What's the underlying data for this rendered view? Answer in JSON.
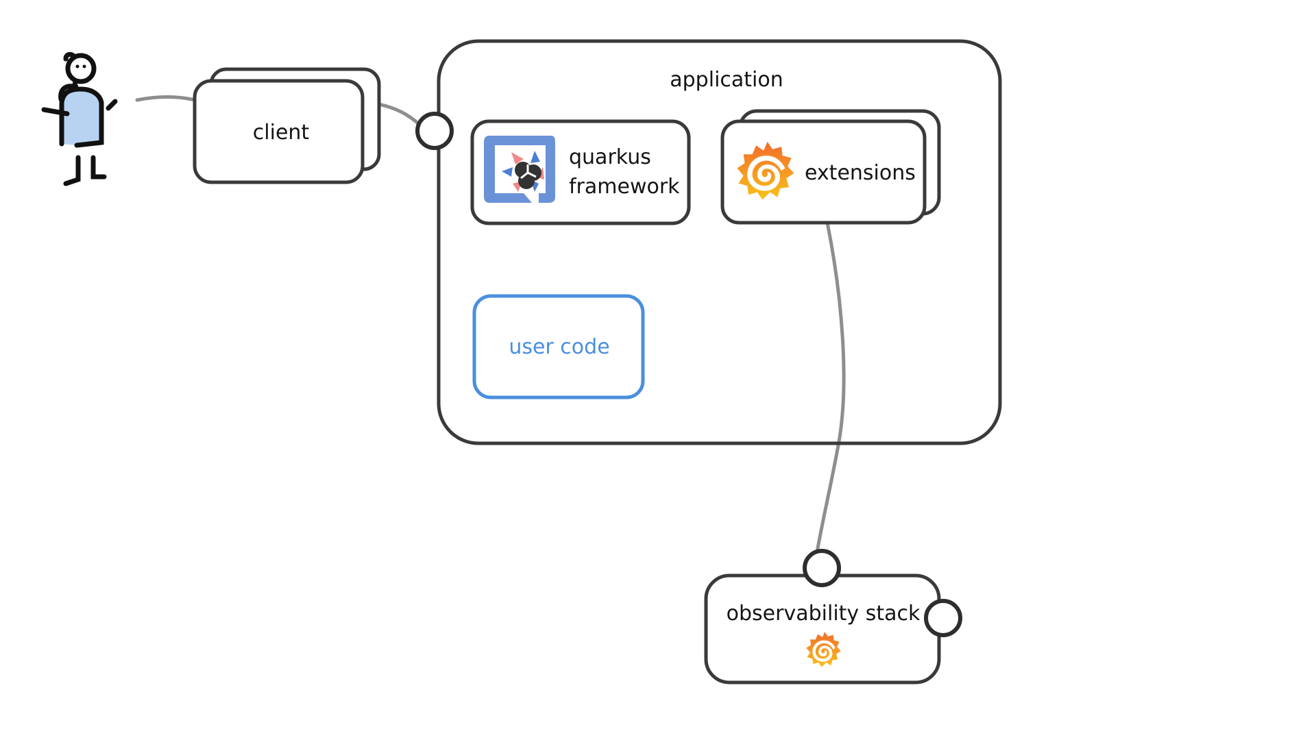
{
  "diagram": {
    "title": "application",
    "nodes": {
      "actor": {
        "label": "",
        "icon": "stick-figure-user-icon"
      },
      "client": {
        "label": "client",
        "stacked": true
      },
      "application": {
        "label": "application"
      },
      "quarkus": {
        "label_line1": "quarkus",
        "label_line2": "framework",
        "icon": "quarkus-logo-icon"
      },
      "extensions": {
        "label": "extensions",
        "stacked": true,
        "icon": "grafana-logo-icon"
      },
      "user_code": {
        "label": "user code"
      },
      "observability": {
        "label": "observability stack",
        "icon": "grafana-logo-icon"
      }
    },
    "edges": [
      {
        "from": "actor",
        "to": "client"
      },
      {
        "from": "client",
        "to": "application-port"
      },
      {
        "from": "extensions",
        "to": "observability-port-top"
      }
    ],
    "colors": {
      "stroke": "#3a3a3a",
      "connector": "#8e8e8e",
      "user_code": "#4a8fdf",
      "actor_body": "#b8d3f2",
      "quarkus_blue": "#4f7fd0",
      "quarkus_red": "#f08a8a",
      "grafana_orange": "#f26b2a",
      "grafana_yellow": "#f9c21b"
    }
  }
}
